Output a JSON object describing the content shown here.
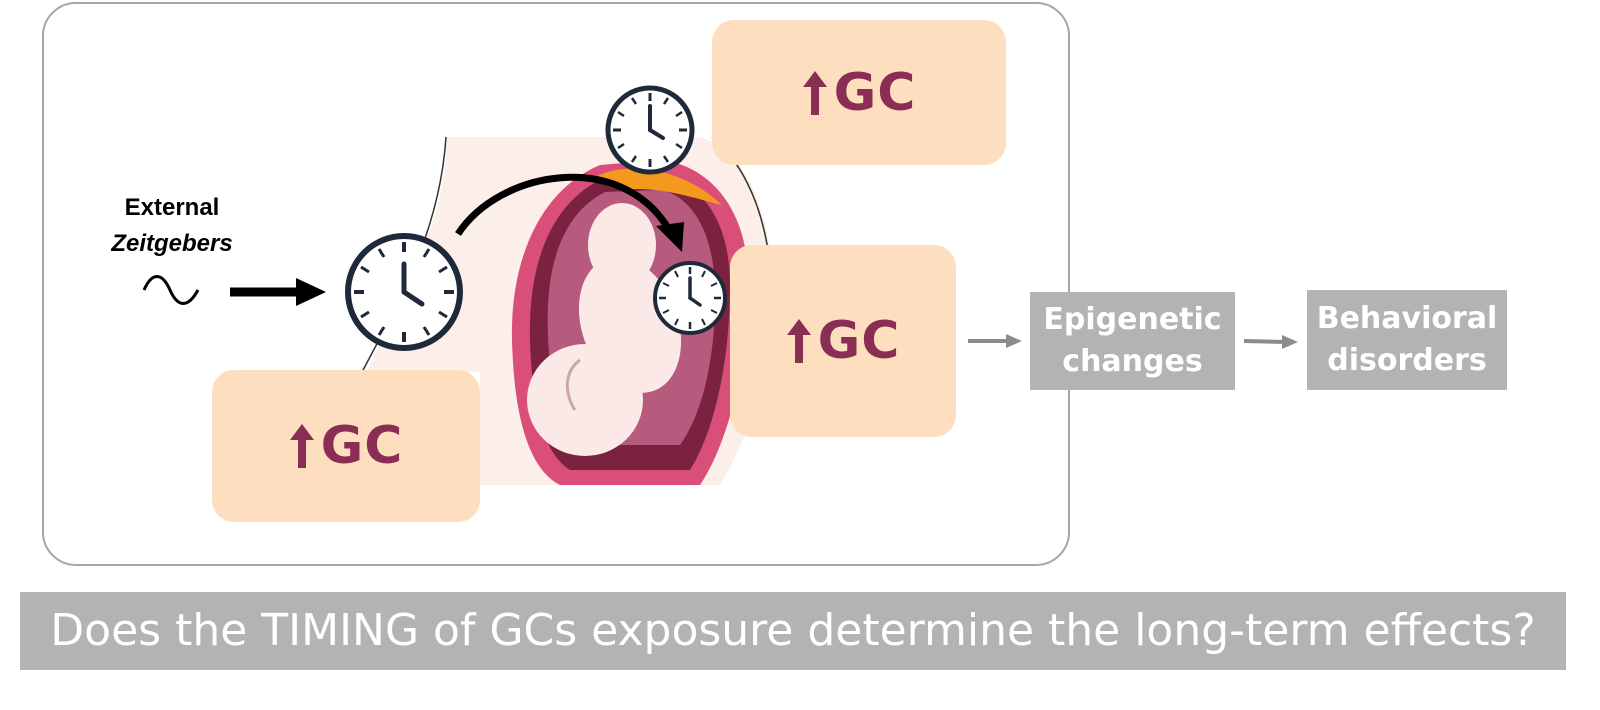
{
  "external_label": {
    "line1": "External",
    "line2": "Zeitgebers"
  },
  "gc_label": "GC",
  "boxes": {
    "epigenetic": "Epigenetic\nchanges",
    "behavioral": "Behavioral\ndisorders"
  },
  "epigenetic_lines": [
    "Epigenetic",
    "changes"
  ],
  "behavioral_lines": [
    "Behavioral",
    "disorders"
  ],
  "question": "Does the TIMING of GCs exposure determine the long-term effects?",
  "colors": {
    "gc_box": "#fddfc0",
    "gc_text": "#8a2e55",
    "gray_box": "#b3b3b3",
    "clock_stroke": "#1e2a3a",
    "uterus": "#d94f7a",
    "skin": "#fcefe9",
    "placenta": "#f39a1e"
  }
}
